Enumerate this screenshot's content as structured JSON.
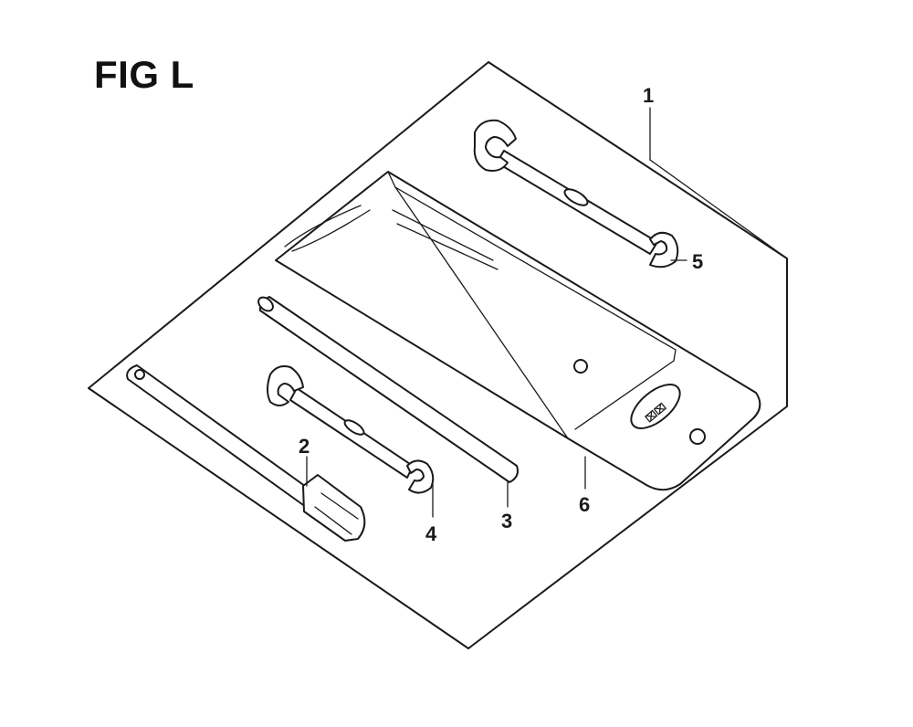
{
  "figure": {
    "title": "FIG L"
  },
  "callouts": [
    {
      "id": "1",
      "label": "1",
      "part": "tool kit"
    },
    {
      "id": "2",
      "label": "2",
      "part": "spark plug socket wrench"
    },
    {
      "id": "3",
      "label": "3",
      "part": "bar"
    },
    {
      "id": "4",
      "label": "4",
      "part": "small open end wrench"
    },
    {
      "id": "5",
      "label": "5",
      "part": "open end wrench"
    },
    {
      "id": "6",
      "label": "6",
      "part": "tool bag"
    }
  ],
  "colors": {
    "ink": "#1a1a1a",
    "background": "#ffffff"
  },
  "icons": [
    "wrench-icon",
    "socket-wrench-icon",
    "tool-bag-icon"
  ]
}
